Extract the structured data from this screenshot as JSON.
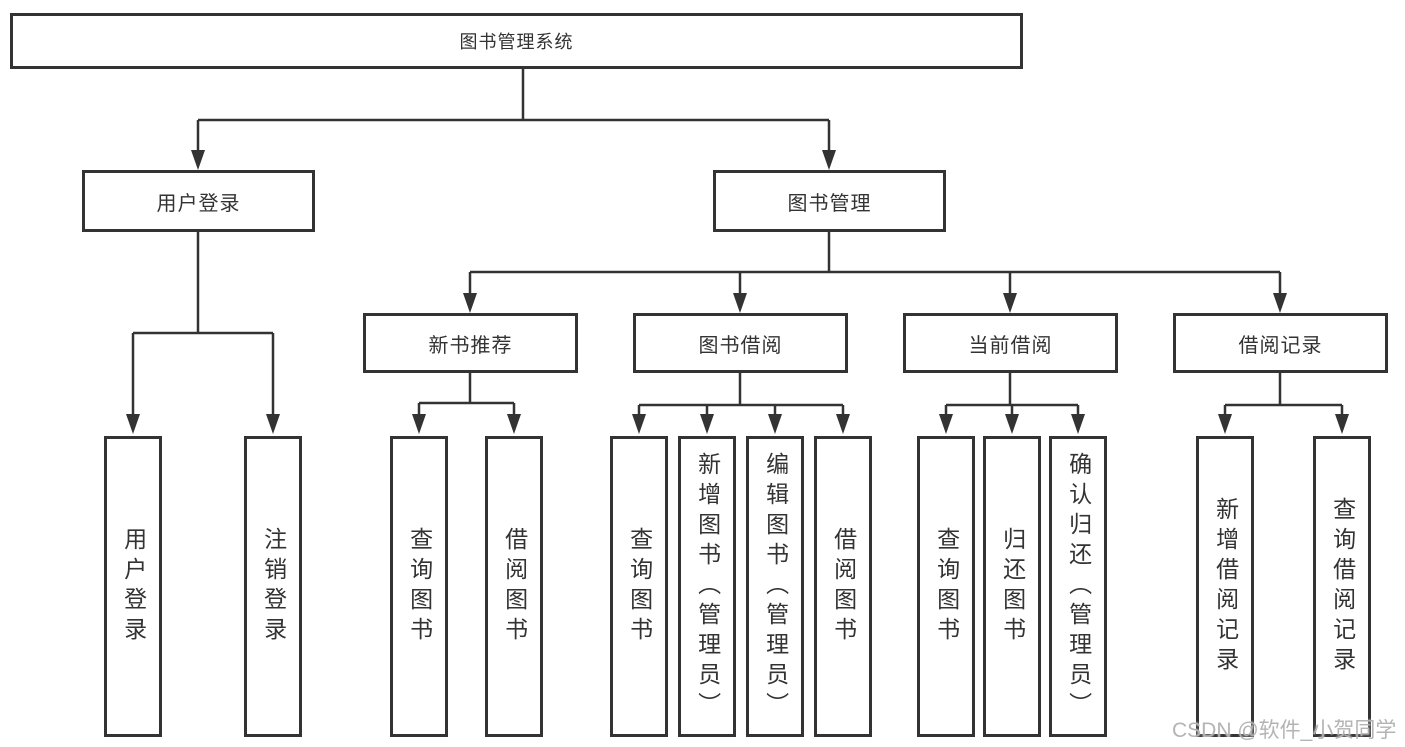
{
  "diagram": {
    "title": "图书管理系统",
    "root": {
      "label": "图书管理系统"
    },
    "branches": [
      {
        "label": "用户登录",
        "children": [
          {
            "label": "用户登录"
          },
          {
            "label": "注销登录"
          }
        ]
      },
      {
        "label": "图书管理",
        "children": [
          {
            "label": "新书推荐",
            "children": [
              {
                "label": "查询图书"
              },
              {
                "label": "借阅图书"
              }
            ]
          },
          {
            "label": "图书借阅",
            "children": [
              {
                "label": "查询图书"
              },
              {
                "label": "新增图书（管理员）"
              },
              {
                "label": "编辑图书（管理员）"
              },
              {
                "label": "借阅图书"
              }
            ]
          },
          {
            "label": "当前借阅",
            "children": [
              {
                "label": "查询图书"
              },
              {
                "label": "归还图书"
              },
              {
                "label": "确认归还（管理员）"
              }
            ]
          },
          {
            "label": "借阅记录",
            "children": [
              {
                "label": "新增借阅记录"
              },
              {
                "label": "查询借阅记录"
              }
            ]
          }
        ]
      }
    ]
  },
  "watermark": {
    "text": "CSDN @软件_小贺同学"
  },
  "colors": {
    "line": "#333333",
    "text": "#333333",
    "box_background": "#ffffff",
    "watermark": "#b0b0b0"
  }
}
